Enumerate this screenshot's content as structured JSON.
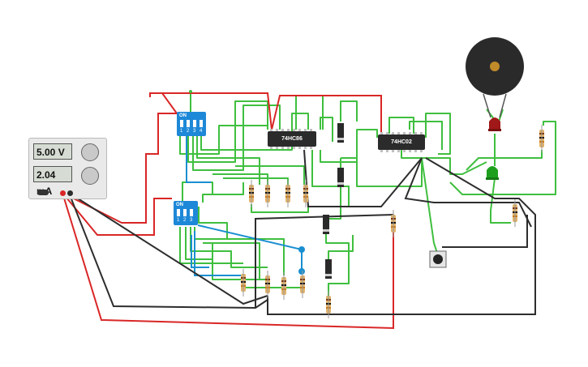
{
  "power_supply": {
    "voltage": "5.00 V",
    "current": "2.04 mA"
  },
  "chips": [
    {
      "label": "74HC86"
    },
    {
      "label": "74HC02"
    }
  ],
  "dip_switches": [
    {
      "on_label": "ON",
      "positions": [
        "1",
        "2",
        "3",
        "4"
      ]
    },
    {
      "on_label": "ON",
      "positions": [
        "1",
        "2",
        "3"
      ]
    }
  ],
  "colors": {
    "wire_green": "#3fbf3f",
    "wire_red": "#d92626",
    "wire_black": "#2d2d2d",
    "wire_blue": "#1a8fd0",
    "dip_blue": "#1e88d8",
    "led_red": "#a01818",
    "led_green": "#1ea01e",
    "buzzer": "#2a2a2a"
  },
  "components": {
    "resistors": 12,
    "diodes": 4,
    "leds": [
      "red",
      "green"
    ],
    "buzzer": 1,
    "push_button": 1
  }
}
